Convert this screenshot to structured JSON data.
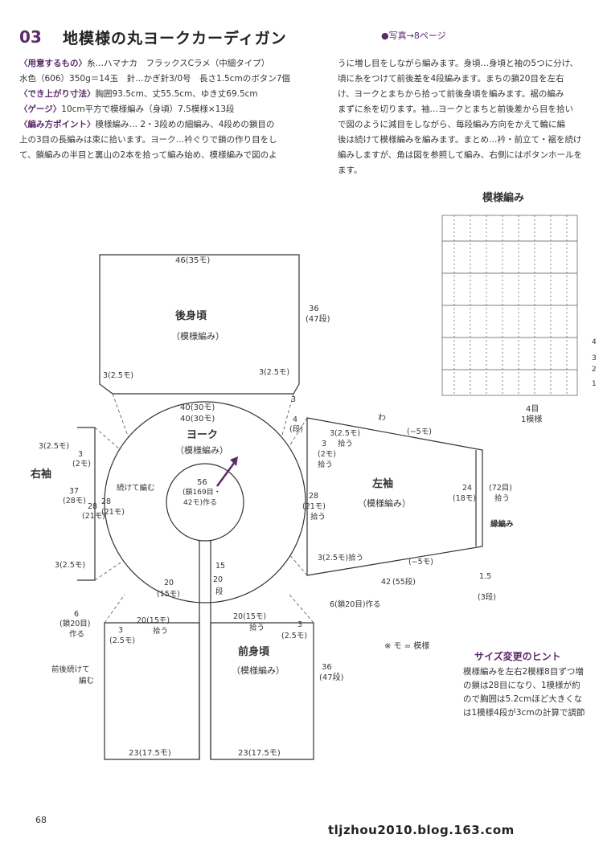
{
  "header": {
    "number": "03",
    "title": "地模様の丸ヨークカーディガン",
    "photo_ref": "●写真→8ページ"
  },
  "instructions_left": [
    {
      "label": "〈用意するもの〉",
      "text": "糸…ハマナカ　フラックスCラメ（中細タイプ）"
    },
    {
      "label": "",
      "text": "水色（606）350g＝14玉　針…かぎ針3/0号　長さ1.5cmのボタン7個"
    },
    {
      "label": "〈でき上がり寸法〉",
      "text": "胸囲93.5cm、丈55.5cm、ゆき丈69.5cm"
    },
    {
      "label": "〈ゲージ〉",
      "text": "10cm平方で模様編み（身頃）7.5模様×13段"
    },
    {
      "label": "〈編み方ポイント〉",
      "text": "模様編み… 2・3段めの細編み、4段めの鎖目の"
    },
    {
      "label": "",
      "text": "上の3目の長編みは束に拾います。ヨーク…衿ぐりで鎖の作り目をし"
    },
    {
      "label": "",
      "text": "て、鎖編みの半目と裏山の2本を拾って編み始め、模様編みで図のよ"
    }
  ],
  "instructions_right": [
    "うに増し目をしながら編みます。身頃…身頃と袖の5つに分け、",
    "頃に糸をつけて前後差を4段編みます。まちの鎖20目を左右",
    "け、ヨークとまちから拾って前後身頃を編みます。裾の編み",
    "まずに糸を切ります。袖…ヨークとまちと前後差から目を拾い",
    "で図のように減目をしながら、毎段編み方向をかえて輪に編",
    "後は続けて模様編みを編みます。まとめ…衿・前立て・裾を続け",
    "編みしますが、角は図を参照して編み、右側にはボタンホールを",
    "ます。"
  ],
  "diagram": {
    "back_body": {
      "name": "後身頃",
      "sub": "（模様編み）",
      "top": "46(35モ)",
      "bottom": "40(30モ)",
      "side_a": "36",
      "side_b": "(47段)"
    },
    "yoke": {
      "name": "ヨーク",
      "sub": "（模様編み）",
      "top": "40(30モ)",
      "neck_a": "56",
      "neck_b": "(鎖169目・",
      "neck_c": "42モ)作る"
    },
    "right_sleeve": {
      "name": "右袖",
      "l1": "3(2.5モ)",
      "l2": "3",
      "l3": "(2モ)",
      "l4": "37",
      "l5": "(28モ)",
      "l6": "28",
      "l7": "(21モ)",
      "l8": "28",
      "l9": "(21モ)",
      "l10": "3(2.5モ)",
      "cont": "続けて編む"
    },
    "left_sleeve": {
      "name": "左袖",
      "sub": "（模様編み）",
      "top": "(−5モ)",
      "bottom": "(−5モ)",
      "wa": "わ",
      "a1": "3(2.5モ)",
      "a2": "拾う",
      "a3": "3",
      "a4": "(2モ)",
      "a5": "拾う",
      "b1": "28",
      "b2": "(21モ)",
      "b3": "拾う",
      "c1": "3(2.5モ)拾う",
      "w1": "24",
      "w2": "(18モ)",
      "r1": "(72目)",
      "r2": "拾う",
      "r3": "縁編み",
      "len1": "42",
      "len2": "(55段)",
      "e1": "1.5",
      "e2": "(3段)"
    },
    "small_labels": {
      "s1": "3(2.5モ)",
      "s2": "3(2.5モ)",
      "s3": "4",
      "s4": "(段)",
      "s5": "3",
      "s6": "15",
      "s7": "20",
      "s8": "段",
      "s9": "20",
      "s10": "(15モ)",
      "s11": "6(鎖20目)作る",
      "s12": "6",
      "s13": "(鎖20目)",
      "s14": "作る",
      "s15": "3",
      "s16": "(2.5モ)",
      "s17": "20(15モ)",
      "s18": "拾う",
      "s19": "20(15モ)",
      "s20": "拾う",
      "s21": "3",
      "s22": "(2.5モ)",
      "s23": "前後続けて",
      "s24": "編む"
    },
    "front_body": {
      "name": "前身頃",
      "sub": "（模様編み）",
      "side_a": "36",
      "side_b": "(47段)",
      "bottom_l": "23(17.5モ)",
      "bottom_r": "23(17.5モ)"
    },
    "pattern": {
      "title": "模様編み",
      "foot_a": "4目",
      "foot_b": "1模様",
      "r1": "4",
      "r2": "3",
      "r3": "2",
      "r4": "1"
    }
  },
  "note": "※ モ = 模様",
  "hint": {
    "title": "サイズ変更のヒント",
    "lines": [
      "模様編みを左右2模様8目ずつ増",
      "の鎖は28目になり、1模様が約",
      "ので胸囲は5.2cmほど大きくな",
      "は1模様4段が3cmの計算で調節"
    ]
  },
  "footer": {
    "page": "68",
    "watermark": "tljzhou2010.blog.163.com"
  },
  "colors": {
    "accent": "#5b2a6b",
    "ink": "#333333"
  }
}
